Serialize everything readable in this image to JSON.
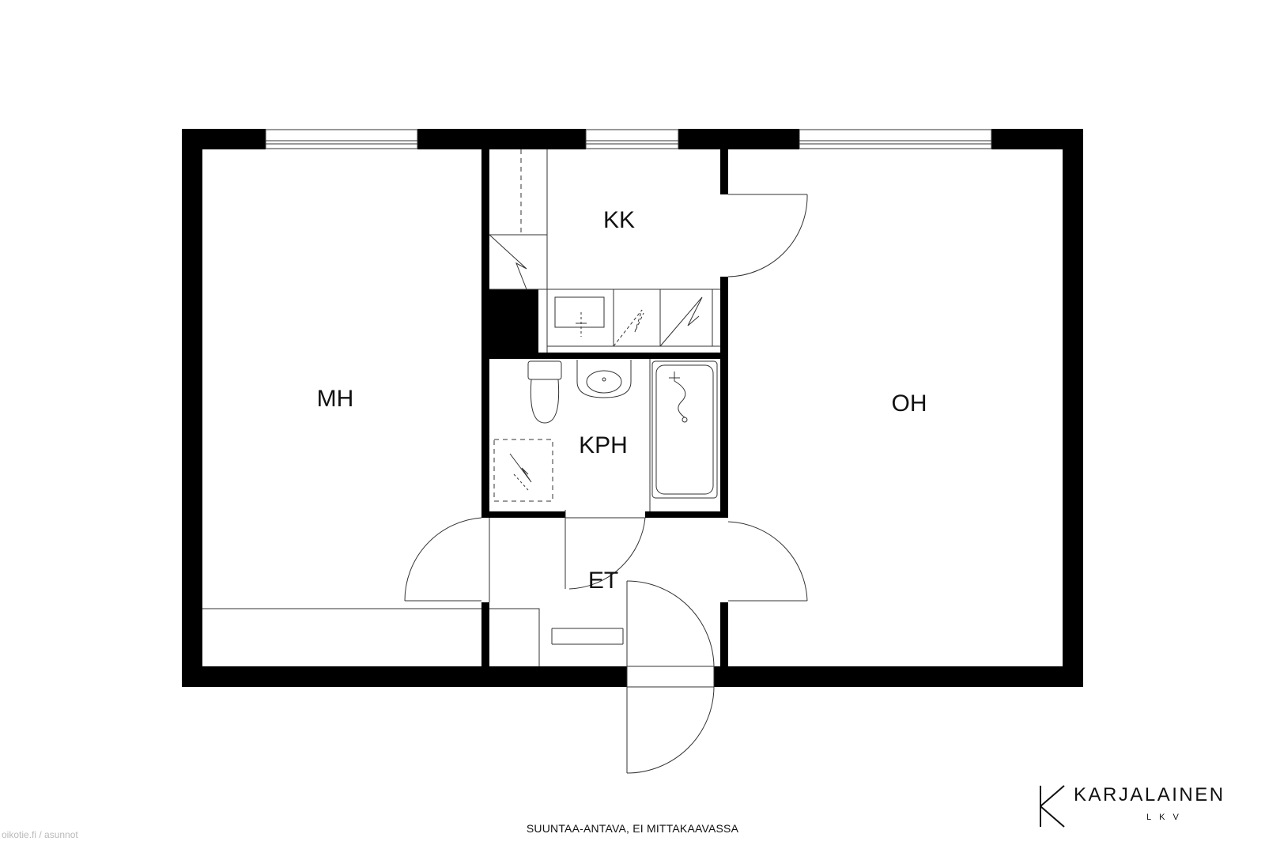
{
  "rooms": {
    "mh": "MH",
    "kk": "KK",
    "kph": "KPH",
    "oh": "OH",
    "et": "ET"
  },
  "caption": "SUUNTAA-ANTAVA, EI MITTAKAAVASSA",
  "watermark": "oikotie.fi / asunnot",
  "logo": {
    "name": "KARJALAINEN",
    "sub": "LKV"
  },
  "colors": {
    "wall": "#000000",
    "line": "#333333",
    "background": "#ffffff"
  }
}
